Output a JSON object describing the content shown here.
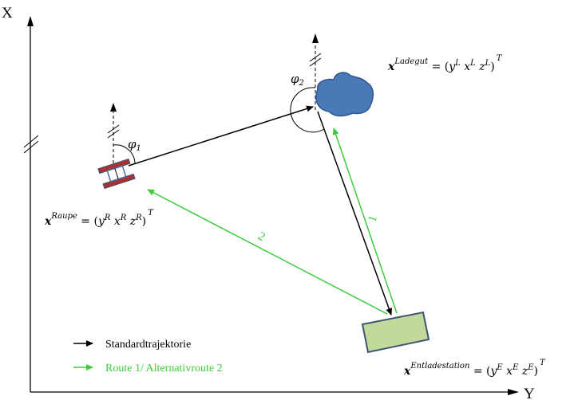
{
  "axes": {
    "x_label": "X",
    "y_label": "Y"
  },
  "angles": {
    "phi1": "φ",
    "phi1_sub": "1",
    "phi2": "φ",
    "phi2_sub": "2"
  },
  "labels": {
    "raupe": {
      "var": "x",
      "sup": "Raupe",
      "eq": " = (",
      "y": "y",
      "ys": "R",
      "x": " x",
      "xs": "R",
      "z": " z",
      "zs": "R",
      "close": ")",
      "T": "T"
    },
    "ladegut": {
      "var": "x",
      "sup": "Ladegut",
      "eq": " = (",
      "y": "y",
      "ys": "L",
      "x": " x",
      "xs": "L",
      "z": " z",
      "zs": "L",
      "close": ")",
      "T": "T"
    },
    "entladestation": {
      "var": "x",
      "sup": "Entladestation",
      "eq": " = (",
      "y": "y",
      "ys": "E",
      "x": " x",
      "xs": "E",
      "z": " z",
      "zs": "E",
      "close": ")",
      "T": "T"
    }
  },
  "routes": {
    "route1": "1",
    "route2": "2"
  },
  "legend": {
    "standard": "Standardtrajektorie",
    "alternative": "Route 1/ Alternativroute  2"
  },
  "colors": {
    "black": "#000000",
    "green": "#3dcc3d",
    "ladegut_fill": "#4a79b8",
    "ladegut_stroke": "#2f5591",
    "station_fill": "#c3d89b",
    "station_stroke": "#3b5573",
    "raupe_track": "#a83232",
    "raupe_body": "#4a6fa5"
  }
}
